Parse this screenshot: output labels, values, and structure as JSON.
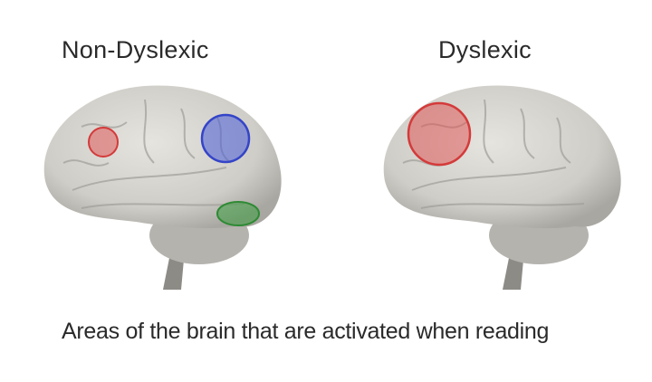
{
  "panels": [
    {
      "title": "Non-Dyslexic",
      "regions": [
        {
          "name": "frontal",
          "color": "#e05050"
        },
        {
          "name": "parietal",
          "color": "#4a5ed8"
        },
        {
          "name": "temporal",
          "color": "#3a9a40"
        }
      ]
    },
    {
      "title": "Dyslexic",
      "regions": [
        {
          "name": "frontal",
          "color": "#e05050"
        }
      ]
    }
  ],
  "caption": "Areas of the brain that are activated when reading"
}
